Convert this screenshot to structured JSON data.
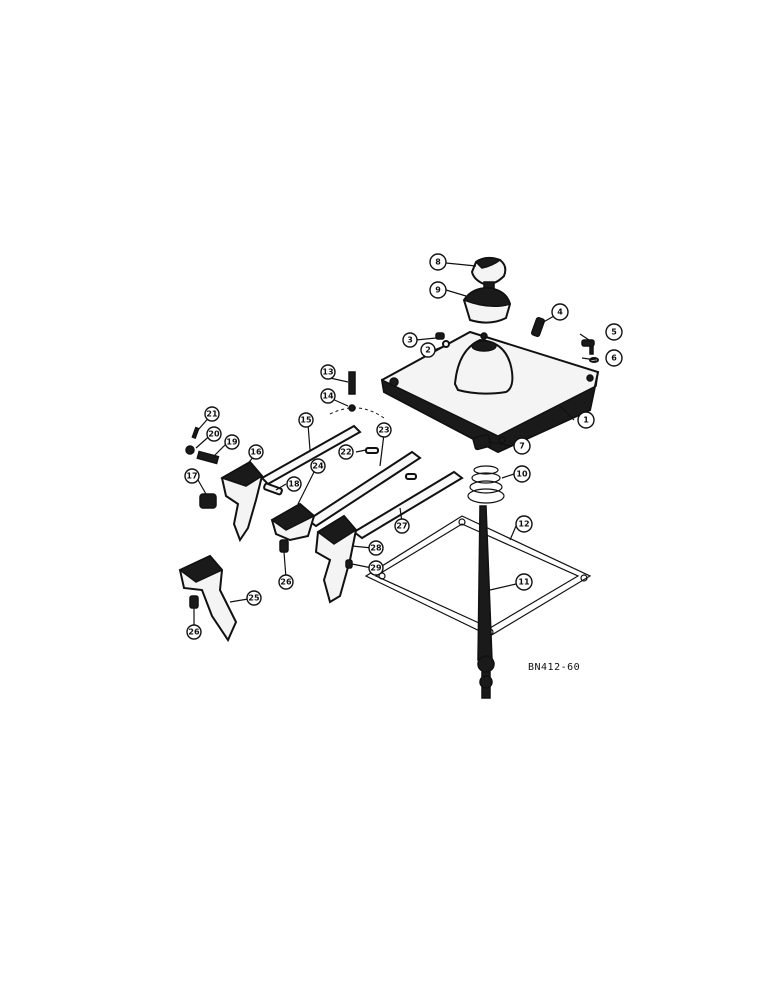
{
  "callouts": [
    "1",
    "2",
    "3",
    "4",
    "5",
    "6",
    "7",
    "8",
    "9",
    "10",
    "11",
    "12",
    "13",
    "14",
    "15",
    "16",
    "17",
    "18",
    "19",
    "20",
    "21",
    "22",
    "23",
    "24",
    "25",
    "26",
    "27",
    "28",
    "29",
    "26"
  ],
  "ref_code": "BN412-60"
}
